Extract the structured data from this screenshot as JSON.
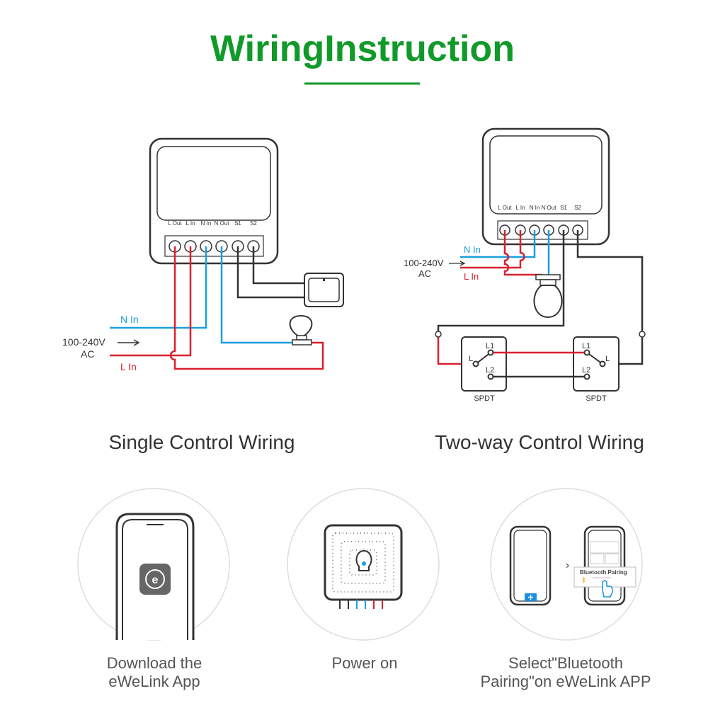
{
  "title": "WiringInstruction",
  "colors": {
    "title": "#119a2a",
    "live": "#d9202e",
    "neutral": "#1a9ee0",
    "switch_wire": "#333333",
    "app_accent": "#1a8fe0",
    "bluetooth": "#f39c12"
  },
  "terminals": [
    "L Out",
    "L In",
    "N In",
    "N Out",
    "S1",
    "S2"
  ],
  "single": {
    "caption": "Single Control Wiring",
    "n_in": "N In",
    "l_in": "L In",
    "voltage": "100-240V",
    "ac": "AC"
  },
  "twoway": {
    "caption": "Two-way Control Wiring",
    "n_in": "N In",
    "l_in": "L In",
    "voltage": "100-240V",
    "ac": "AC",
    "switch_label": "SPDT",
    "pin_l1": "L1",
    "pin_l2": "L2",
    "pin_l": "L"
  },
  "steps": [
    {
      "line1": "Download the",
      "line2": "eWeLink App",
      "icon": "ewelink-app-phone-icon"
    },
    {
      "line1": "Power on",
      "line2": "",
      "icon": "device-power-icon"
    },
    {
      "line1": "Select\"Bluetooth",
      "line2": "Pairing\"on eWeLink APP",
      "icon": "bluetooth-pairing-icon",
      "popup_title": "Bluetooth Pairing"
    }
  ]
}
